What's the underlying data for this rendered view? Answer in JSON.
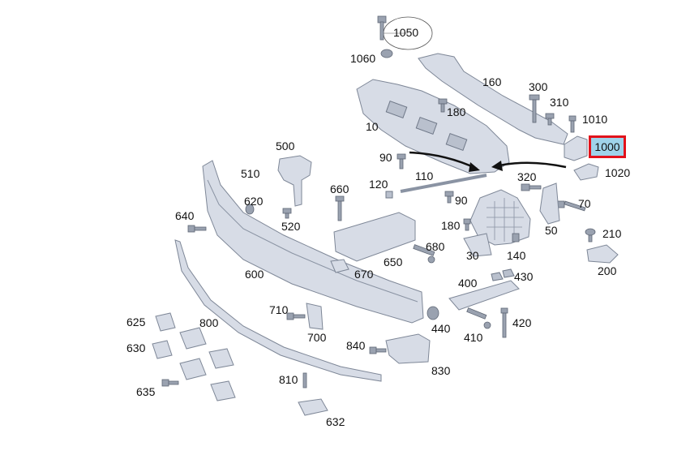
{
  "diagram": {
    "selected_part": "1000",
    "labels": {
      "p1050": "1050",
      "p1060": "1060",
      "p160": "160",
      "p300": "300",
      "p310": "310",
      "p180a": "180",
      "p1010": "1010",
      "p10": "10",
      "p1000": "1000",
      "p500": "500",
      "p90a": "90",
      "p1020": "1020",
      "p510": "510",
      "p660": "660",
      "p120": "120",
      "p110": "110",
      "p320": "320",
      "p620": "620",
      "p90b": "90",
      "p70": "70",
      "p520": "520",
      "p640": "640",
      "p180b": "180",
      "p50": "50",
      "p210": "210",
      "p680": "680",
      "p30": "30",
      "p140": "140",
      "p200": "200",
      "p650": "650",
      "p600": "600",
      "p670": "670",
      "p430": "430",
      "p400": "400",
      "p710": "710",
      "p420": "420",
      "p625": "625",
      "p800": "800",
      "p440": "440",
      "p410": "410",
      "p700": "700",
      "p630": "630",
      "p840": "840",
      "p830": "830",
      "p810": "810",
      "p635": "635",
      "p632": "632"
    }
  }
}
